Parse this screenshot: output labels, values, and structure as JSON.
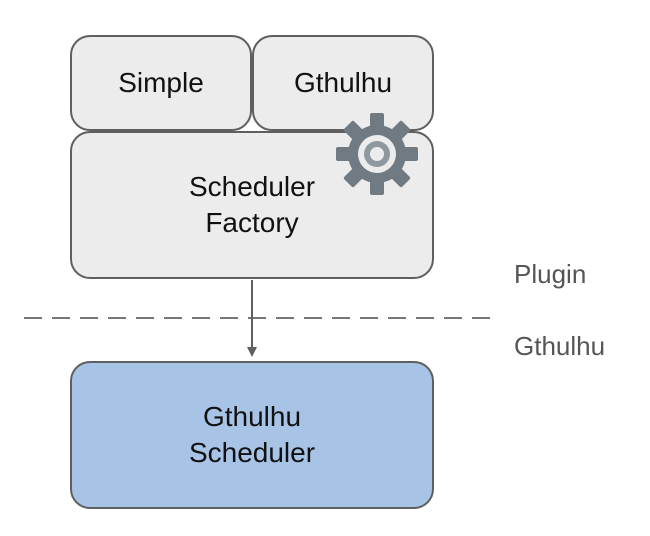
{
  "diagram": {
    "boxes": {
      "simple": {
        "label": "Simple"
      },
      "gthulhu": {
        "label": "Gthulhu"
      },
      "scheduler_factory": {
        "line1": "Scheduler",
        "line2": "Factory"
      },
      "gthulhu_scheduler": {
        "line1": "Gthulhu",
        "line2": "Scheduler"
      }
    },
    "layers": {
      "upper": "Plugin",
      "lower": "Gthulhu"
    },
    "icons": {
      "factory_badge": "gear-icon"
    },
    "colors": {
      "plugin_box_fill": "#ececec",
      "scheduler_box_fill": "#a7c3e6",
      "border": "#5f5f5f",
      "gear": "#6f7a82",
      "divider": "#777777"
    }
  }
}
